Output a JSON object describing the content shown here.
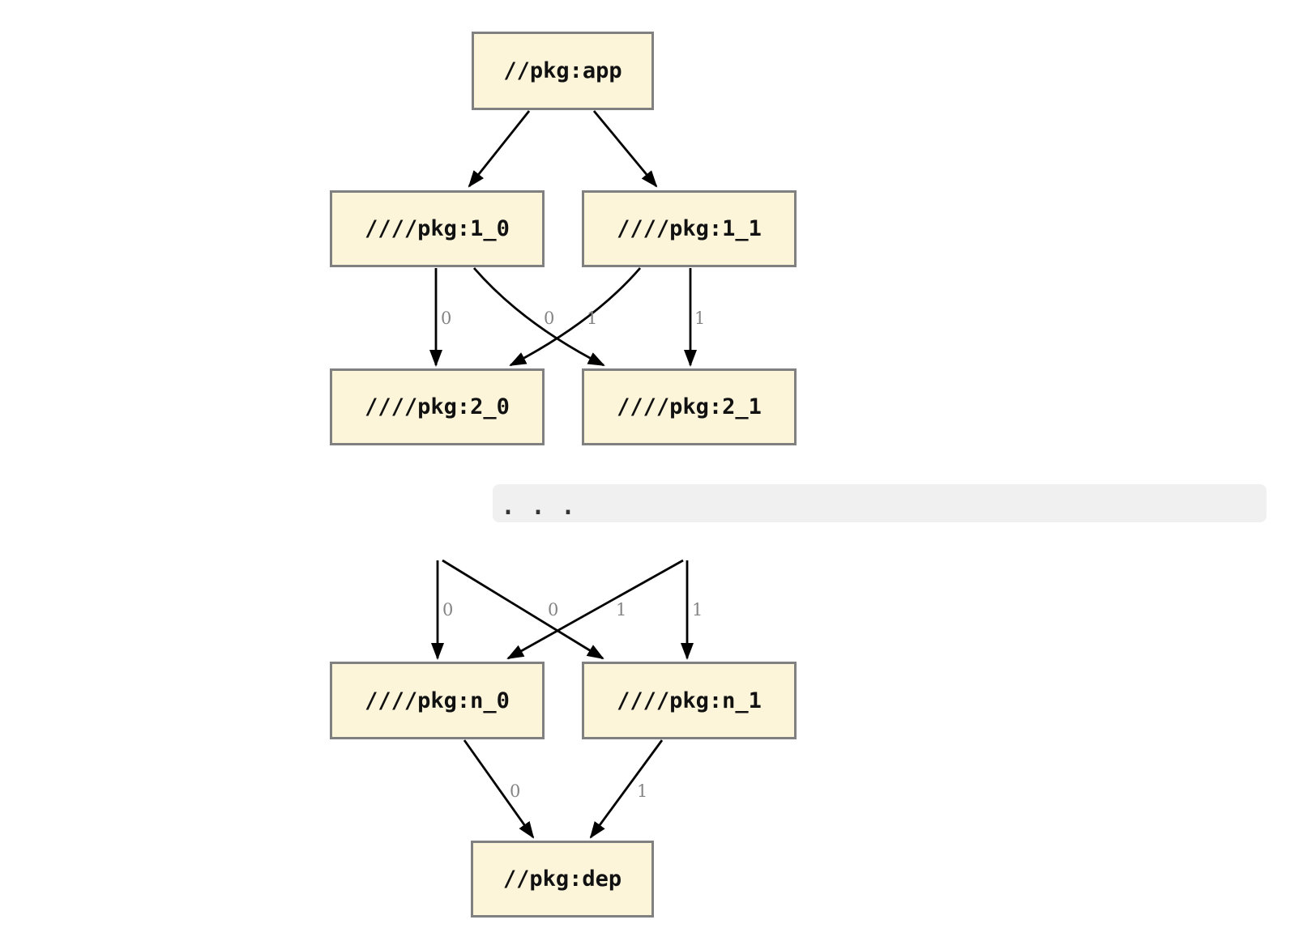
{
  "diagram": {
    "type": "dependency-graph",
    "nodes": {
      "app": {
        "label": "//pkg:app"
      },
      "pkg1_0": {
        "label": "////pkg:1_0"
      },
      "pkg1_1": {
        "label": "////pkg:1_1"
      },
      "pkg2_0": {
        "label": "////pkg:2_0"
      },
      "pkg2_1": {
        "label": "////pkg:2_1"
      },
      "pkgn_0": {
        "label": "////pkg:n_0"
      },
      "pkgn_1": {
        "label": "////pkg:n_1"
      },
      "dep": {
        "label": "//pkg:dep"
      }
    },
    "ellipsis": ". . .",
    "edge_labels": {
      "row1_to_row2": [
        "0",
        "0",
        "1",
        "1"
      ],
      "hidden_to_rown": [
        "0",
        "0",
        "1",
        "1"
      ],
      "rown_to_dep": [
        "0",
        "1"
      ]
    },
    "colors": {
      "node_fill": "#FCF5DA",
      "node_border": "#808080",
      "edge": "#000000",
      "edge_label": "#848484",
      "ellipsis_band": "#F0F0F0"
    }
  }
}
